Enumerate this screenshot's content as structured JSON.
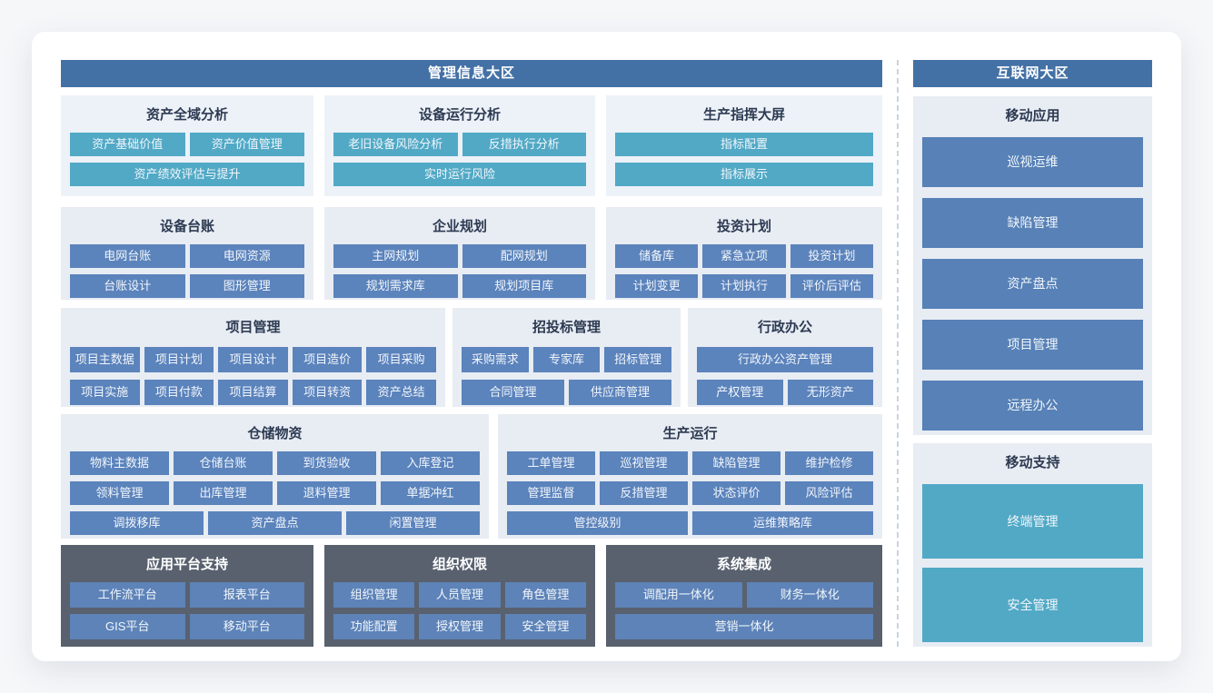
{
  "palette": {
    "zone_header_bg": "#4471a5",
    "card_light_bg": "#e8ecf3",
    "card_tint_bg": "#edf2f8",
    "card_dark_bg": "#59616f",
    "button_teal": "#51a9c6",
    "button_blue": "#5b83bc",
    "button_blue_right": "#5781b7",
    "title_text": "#2c3a52",
    "divider_dash": "#c9d3dd"
  },
  "management_zone": {
    "title": "管理信息大区",
    "sections": [
      {
        "title": "资产全域分析",
        "btn_style": "teal",
        "rows": [
          [
            "资产基础价值",
            "资产价值管理"
          ],
          [
            "资产绩效评估与提升"
          ]
        ]
      },
      {
        "title": "设备运行分析",
        "btn_style": "teal",
        "rows": [
          [
            "老旧设备风险分析",
            "反措执行分析"
          ],
          [
            "实时运行风险"
          ]
        ]
      },
      {
        "title": "生产指挥大屏",
        "btn_style": "teal",
        "rows": [
          [
            "指标配置"
          ],
          [
            "指标展示"
          ]
        ]
      },
      {
        "title": "设备台账",
        "btn_style": "blue",
        "rows": [
          [
            "电网台账",
            "电网资源"
          ],
          [
            "台账设计",
            "图形管理"
          ]
        ]
      },
      {
        "title": "企业规划",
        "btn_style": "blue",
        "rows": [
          [
            "主网规划",
            "配网规划"
          ],
          [
            "规划需求库",
            "规划项目库"
          ]
        ]
      },
      {
        "title": "投资计划",
        "btn_style": "blue",
        "rows": [
          [
            "储备库",
            "紧急立项",
            "投资计划"
          ],
          [
            "计划变更",
            "计划执行",
            "评价后评估"
          ]
        ]
      },
      {
        "title": "项目管理",
        "btn_style": "blue",
        "rows": [
          [
            "项目主数据",
            "项目计划",
            "项目设计",
            "项目造价",
            "项目采购"
          ],
          [
            "项目实施",
            "项目付款",
            "项目结算",
            "项目转资",
            "资产总结"
          ]
        ]
      },
      {
        "title": "招投标管理",
        "btn_style": "blue",
        "rows": [
          [
            "采购需求",
            "专家库",
            "招标管理"
          ],
          [
            "合同管理",
            "供应商管理"
          ]
        ]
      },
      {
        "title": "行政办公",
        "btn_style": "blue",
        "rows": [
          [
            "行政办公资产管理"
          ],
          [
            "产权管理",
            "无形资产"
          ]
        ]
      },
      {
        "title": "仓储物资",
        "btn_style": "blue",
        "rows": [
          [
            "物料主数据",
            "仓储台账",
            "到货验收",
            "入库登记"
          ],
          [
            "领料管理",
            "出库管理",
            "退料管理",
            "单据冲红"
          ],
          [
            "调拨移库",
            "资产盘点",
            "闲置管理"
          ]
        ]
      },
      {
        "title": "生产运行",
        "btn_style": "blue",
        "rows": [
          [
            "工单管理",
            "巡视管理",
            "缺陷管理",
            "维护检修"
          ],
          [
            "管理监督",
            "反措管理",
            "状态评价",
            "风险评估"
          ],
          [
            "管控级别",
            "运维策略库"
          ]
        ]
      },
      {
        "title": "应用平台支持",
        "btn_style": "blue",
        "rows": [
          [
            "工作流平台",
            "报表平台"
          ],
          [
            "GIS平台",
            "移动平台"
          ]
        ]
      },
      {
        "title": "组织权限",
        "btn_style": "blue",
        "rows": [
          [
            "组织管理",
            "人员管理",
            "角色管理"
          ],
          [
            "功能配置",
            "授权管理",
            "安全管理"
          ]
        ]
      },
      {
        "title": "系统集成",
        "btn_style": "blue",
        "rows": [
          [
            "调配用一体化",
            "财务一体化"
          ],
          [
            "营销一体化"
          ]
        ]
      }
    ]
  },
  "internet_zone": {
    "title": "互联网大区",
    "sections": [
      {
        "title": "移动应用",
        "btn_style": "blue",
        "rows": [
          [
            "巡视运维"
          ],
          [
            "缺陷管理"
          ],
          [
            "资产盘点"
          ],
          [
            "项目管理"
          ],
          [
            "远程办公"
          ]
        ]
      },
      {
        "title": "移动支持",
        "btn_style": "teal",
        "rows": [
          [
            "终端管理"
          ],
          [
            "安全管理"
          ]
        ]
      }
    ]
  }
}
